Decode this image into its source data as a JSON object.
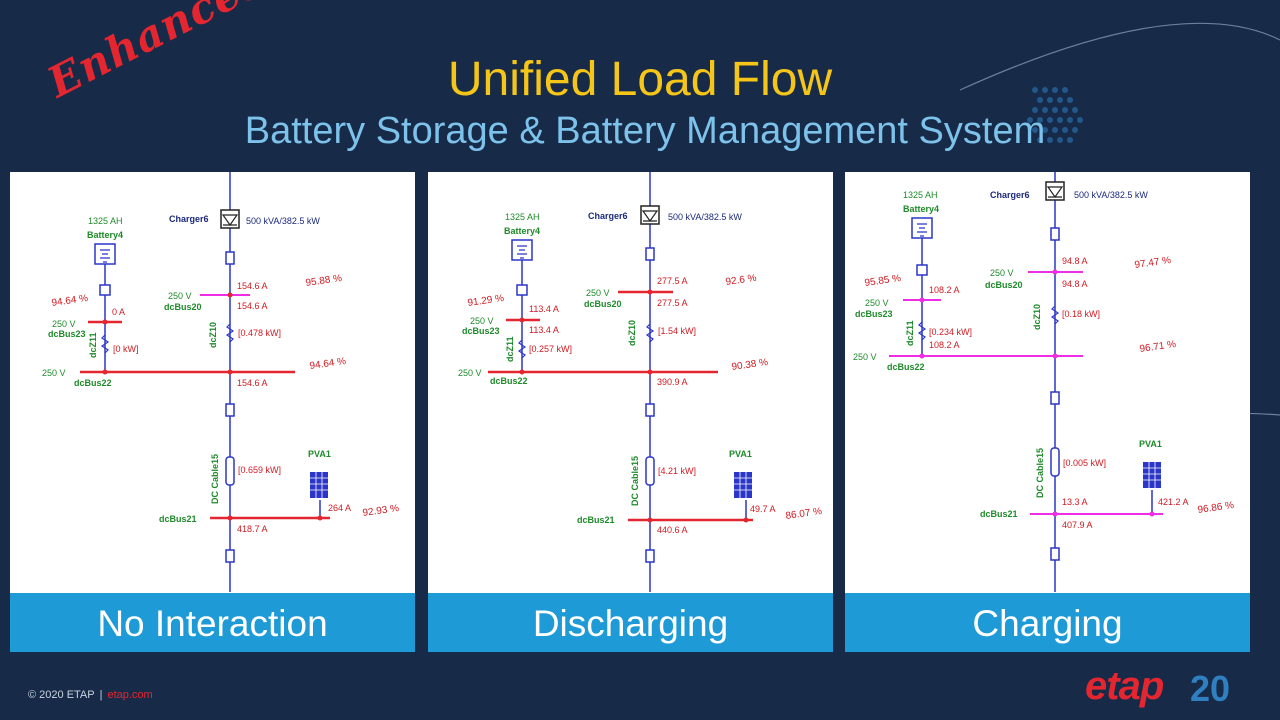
{
  "header": {
    "badge": "Enhanced",
    "title": "Unified Load Flow",
    "subtitle": "Battery Storage & Battery Management System"
  },
  "panels": [
    {
      "caption": "No Interaction",
      "charger": "Charger6",
      "charger_rating": "500 kVA/382.5 kW",
      "battery_ah": "1325 AH",
      "battery": "Battery4",
      "pv": "PVA1",
      "bus20_voltage": "250 V",
      "bus20": "dcBus20",
      "bus20_in": "154.6 A",
      "bus20_out": "154.6 A",
      "bus20_pct": "95.88 %",
      "bus23_pct": "94.64 %",
      "bus23_voltage": "250 V",
      "bus23": "dcBus23",
      "bus23_current": "0 A",
      "z11": "dcZ11",
      "z11_power": "[0 kW]",
      "z10": "dcZ10",
      "z10_power": "[0.478 kW]",
      "bus22_voltage": "250 V",
      "bus22": "dcBus22",
      "bus22_current": "154.6 A",
      "bus22_pct": "94.64 %",
      "cable": "DC Cable15",
      "cable_power": "[0.659 kW]",
      "bus21": "dcBus21",
      "pv_current": "264 A",
      "bus21_current": "418.7 A",
      "bus21_pct": "92.93 %"
    },
    {
      "caption": "Discharging",
      "charger": "Charger6",
      "charger_rating": "500 kVA/382.5 kW",
      "battery_ah": "1325 AH",
      "battery": "Battery4",
      "pv": "PVA1",
      "bus20_voltage": "250 V",
      "bus20": "dcBus20",
      "bus20_in": "277.5 A",
      "bus20_out": "277.5 A",
      "bus20_pct": "92.6 %",
      "bus23_pct": "91.29 %",
      "bus23_voltage": "250 V",
      "bus23": "dcBus23",
      "bus23_current": "113.4 A",
      "bus23_current2": "113.4 A",
      "z11": "dcZ11",
      "z11_power": "[0.257 kW]",
      "z10": "dcZ10",
      "z10_power": "[1.54 kW]",
      "bus22_voltage": "250 V",
      "bus22": "dcBus22",
      "bus22_current": "390.9 A",
      "bus22_pct": "90.38 %",
      "cable": "DC Cable15",
      "cable_power": "[4.21 kW]",
      "bus21": "dcBus21",
      "pv_current": "49.7 A",
      "bus21_current": "440.6 A",
      "bus21_pct": "86.07 %"
    },
    {
      "caption": "Charging",
      "charger": "Charger6",
      "charger_rating": "500 kVA/382.5 kW",
      "battery_ah": "1325 AH",
      "battery": "Battery4",
      "pv": "PVA1",
      "bus20_voltage": "250 V",
      "bus20": "dcBus20",
      "bus20_in": "94.8 A",
      "bus20_out": "94.8 A",
      "bus20_pct": "97.47 %",
      "bus23_pct": "95.85 %",
      "bus23_voltage": "250 V",
      "bus23": "dcBus23",
      "bus23_current": "108.2 A",
      "z11": "dcZ11",
      "z11_power": "[0.234 kW]",
      "z11_current": "108.2 A",
      "z10": "dcZ10",
      "z10_power": "[0.18 kW]",
      "bus22_voltage": "250 V",
      "bus22": "dcBus22",
      "bus22_pct": "96.71 %",
      "cable": "DC Cable15",
      "cable_power": "[0.005 kW]",
      "bus21": "dcBus21",
      "cable_current": "13.3 A",
      "pv_current": "421.2 A",
      "bus21_current": "407.9 A",
      "bus21_pct": "96.86 %"
    }
  ],
  "footer": {
    "copyright": "© 2020 ETAP",
    "separator": "|",
    "website": "etap.com"
  },
  "logo": {
    "brand": "etap",
    "number": "20"
  },
  "colors": {
    "background": "#172a48",
    "title": "#f5c518",
    "subtitle": "#7cc2ea",
    "caption_bar": "#1e9bd6",
    "accent_red": "#e3262f",
    "bus_pink": "#ee2ee6",
    "wire_blue": "#2b35c8",
    "label_green": "#1f8a2a"
  }
}
